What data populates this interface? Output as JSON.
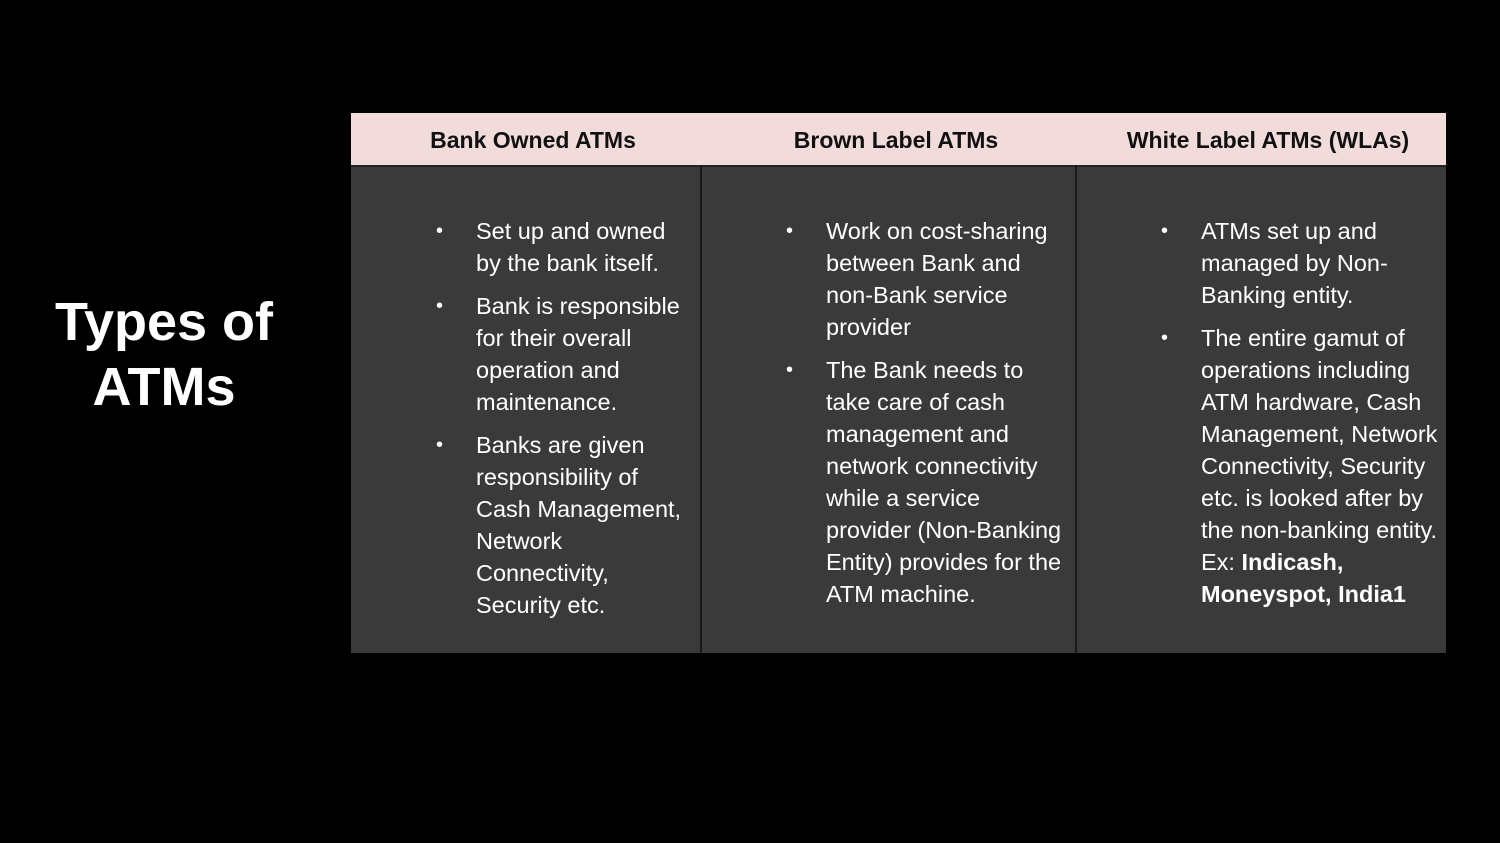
{
  "slide": {
    "title_line1": "Types of",
    "title_line2": "ATMs"
  },
  "table": {
    "columns": [
      {
        "header": "Bank Owned ATMs",
        "bullets": [
          "Set up and owned by the bank itself.",
          "Bank is responsible for their overall operation and maintenance.",
          "Banks are given responsibility of Cash Management, Network Connectivity, Security etc."
        ]
      },
      {
        "header": "Brown Label ATMs",
        "bullets": [
          "Work on cost-sharing between Bank and non-Bank service provider",
          "The Bank needs to take care of cash management and network connectivity while a service provider (Non-Banking Entity) provides for the ATM machine."
        ]
      },
      {
        "header": "White Label ATMs (WLAs)",
        "bullets": [
          "ATMs set up and managed by Non-Banking entity.",
          "The entire gamut of operations including ATM hardware, Cash Management, Network Connectivity, Security etc. is looked after by the non-banking entity. Ex: "
        ],
        "example_names": "Indicash, Moneyspot, India1"
      }
    ]
  },
  "bullet_glyph": "•",
  "colors": {
    "background": "#000000",
    "header_fill": "#f2dcdb",
    "body_fill": "#3a3a3a",
    "text_light": "#ffffff",
    "text_dark": "#111111"
  }
}
